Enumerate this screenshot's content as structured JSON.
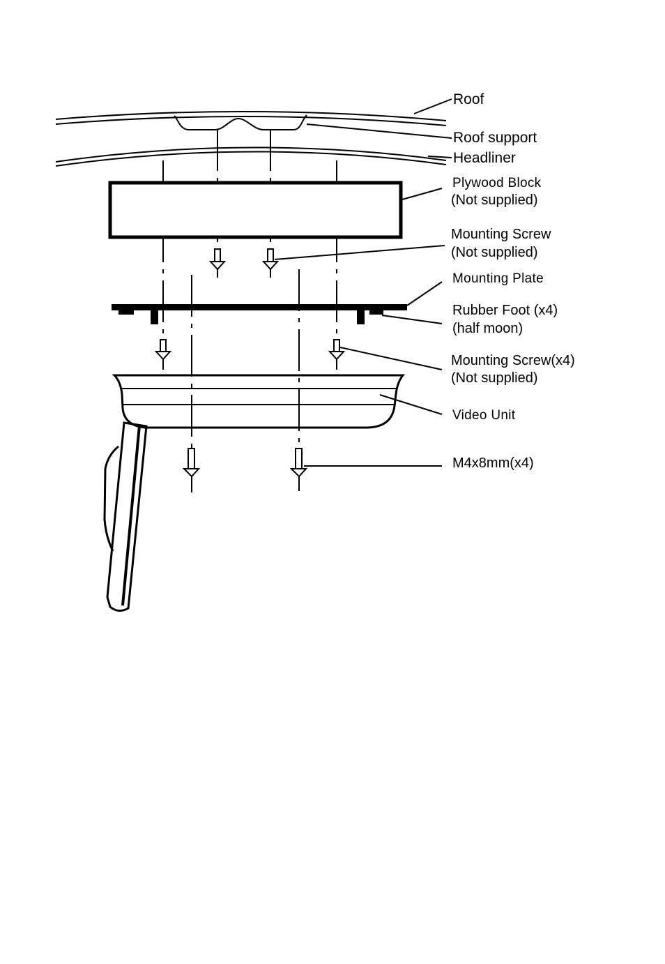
{
  "labels": {
    "roof": "Roof",
    "roof_support": "Roof support",
    "headliner": "Headliner",
    "plywood_block_1": "Plywood Block",
    "plywood_block_2": "(Not supplied)",
    "mounting_screw_1": "Mounting Screw",
    "mounting_screw_2": "(Not supplied)",
    "mounting_plate": "Mounting Plate",
    "rubber_foot_1": "Rubber Foot (x4)",
    "rubber_foot_2": "(half moon)",
    "mounting_screw_x4_1": "Mounting Screw(x4)",
    "mounting_screw_x4_2": "(Not supplied)",
    "video_unit": "Video Unit",
    "m4_screw": "M4x8mm(x4)"
  },
  "colors": {
    "ink": "#000000",
    "paper": "#ffffff"
  }
}
